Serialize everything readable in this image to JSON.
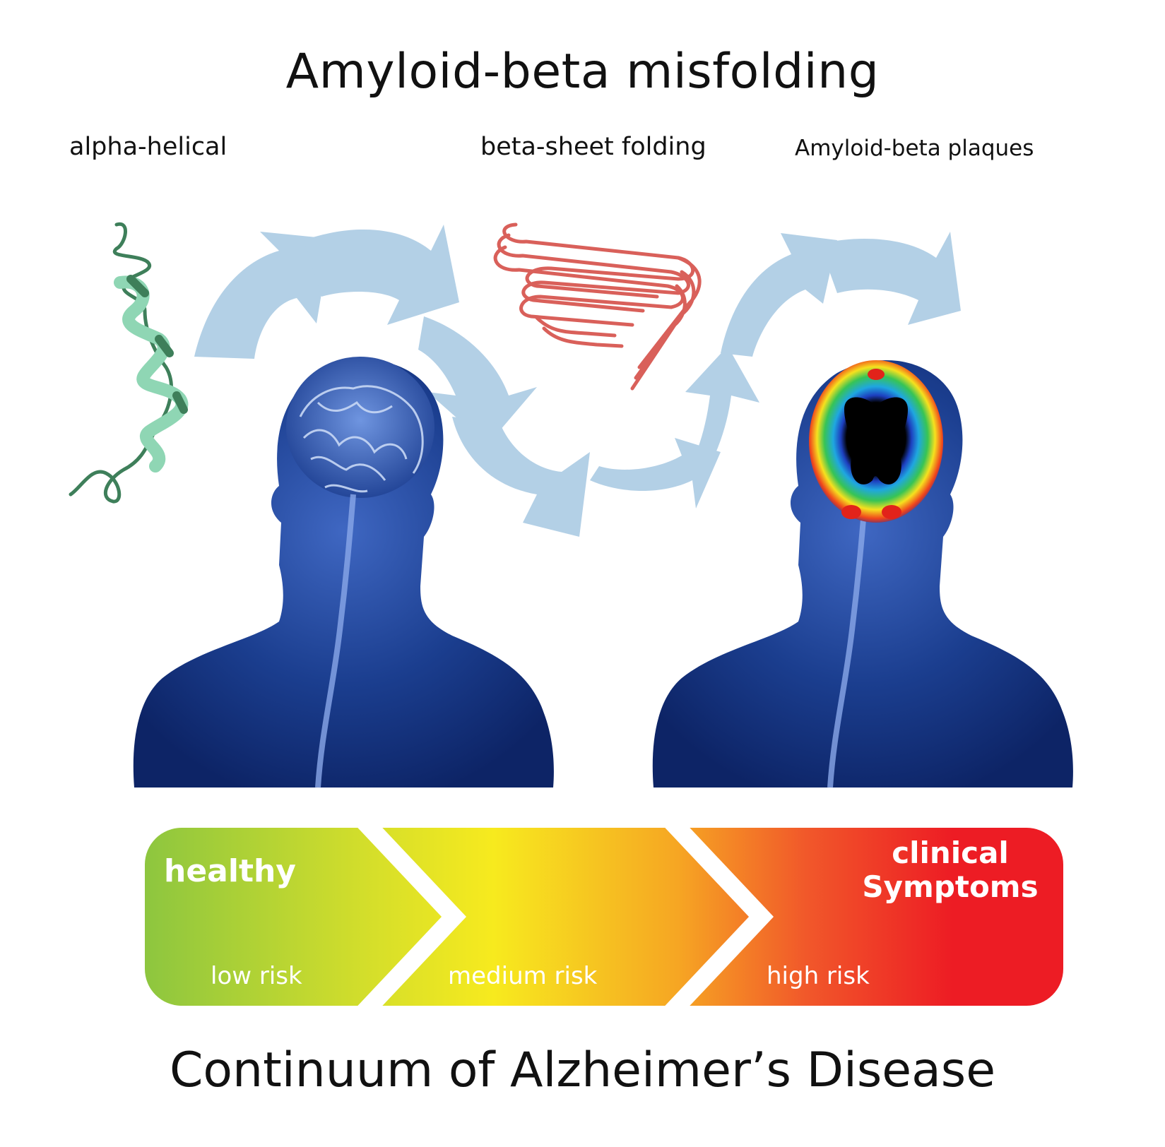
{
  "title": "Amyloid-beta misfolding",
  "stages": {
    "alpha": "alpha-helical",
    "beta": "beta-sheet folding",
    "plaques": "Amyloid-beta plaques"
  },
  "continuum": {
    "healthy": "healthy",
    "clinical": "clinical Symptoms",
    "low": "low risk",
    "medium": "medium risk",
    "high": "high risk"
  },
  "footer": "Continuum of Alzheimer’s Disease",
  "colors": {
    "arrow": "#b3d0e6",
    "helix": "#8fd6b4",
    "helix_dark": "#3e7f5a",
    "sheet": "#d9605a",
    "body": "#1a3c8c",
    "bar_green": "#8dc63f",
    "bar_yellow": "#f7ea1e",
    "bar_red": "#ed1c24"
  },
  "icons": [
    "alpha-helix-icon",
    "beta-sheet-icon",
    "healthy-head-icon",
    "plaque-head-icon",
    "pet-scan-icon",
    "cycle-arrow-icon"
  ]
}
